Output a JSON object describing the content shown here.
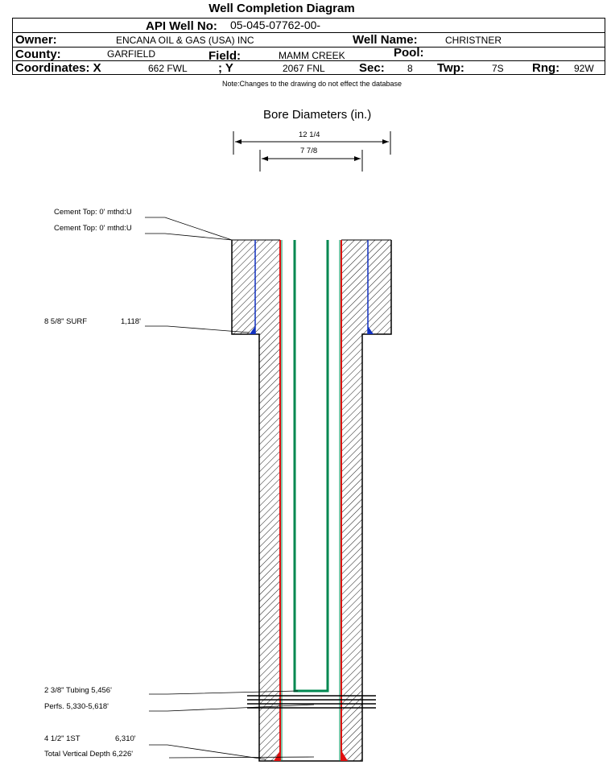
{
  "title": "Well Completion Diagram",
  "api": {
    "label": "API Well No:",
    "value": "05-045-07762-00-"
  },
  "owner": {
    "label": "Owner:",
    "value": "ENCANA OIL & GAS (USA) INC"
  },
  "well_name": {
    "label": "Well Name:",
    "value": "CHRISTNER"
  },
  "county": {
    "label": "County:",
    "value": "GARFIELD"
  },
  "field": {
    "label": "Field:",
    "value": "MAMM CREEK"
  },
  "pool": {
    "label": "Pool:",
    "value": ""
  },
  "coords": {
    "x_label": "Coordinates: X",
    "x_value": "662 FWL",
    "y_label": "; Y",
    "y_value": "2067 FNL"
  },
  "sec": {
    "label": "Sec:",
    "value": "8"
  },
  "twp": {
    "label": "Twp:",
    "value": "7S"
  },
  "rng": {
    "label": "Rng:",
    "value": "92W"
  },
  "note": "Note:Changes to the drawing do not effect the database",
  "diagram": {
    "bore_title": "Bore Diameters (in.)",
    "bore_outer": "12 1/4",
    "bore_inner": "7 7/8",
    "labels": {
      "cement1": "Cement Top: 0' mthd:U",
      "cement2": "Cement Top: 0' mthd:U",
      "surf_name": "8 5/8\" SURF",
      "surf_depth": "1,118'",
      "tubing": "2 3/8\" Tubing 5,456'",
      "perfs": "Perfs. 5,330-5,618'",
      "prod_name": "4 1/2\" 1ST",
      "prod_depth": "6,310'",
      "tvd": "Total Vertical Depth 6,226'"
    },
    "colors": {
      "surface_casing": "#1030c0",
      "production_casing": "#e01010",
      "tubing": "#008850"
    }
  }
}
